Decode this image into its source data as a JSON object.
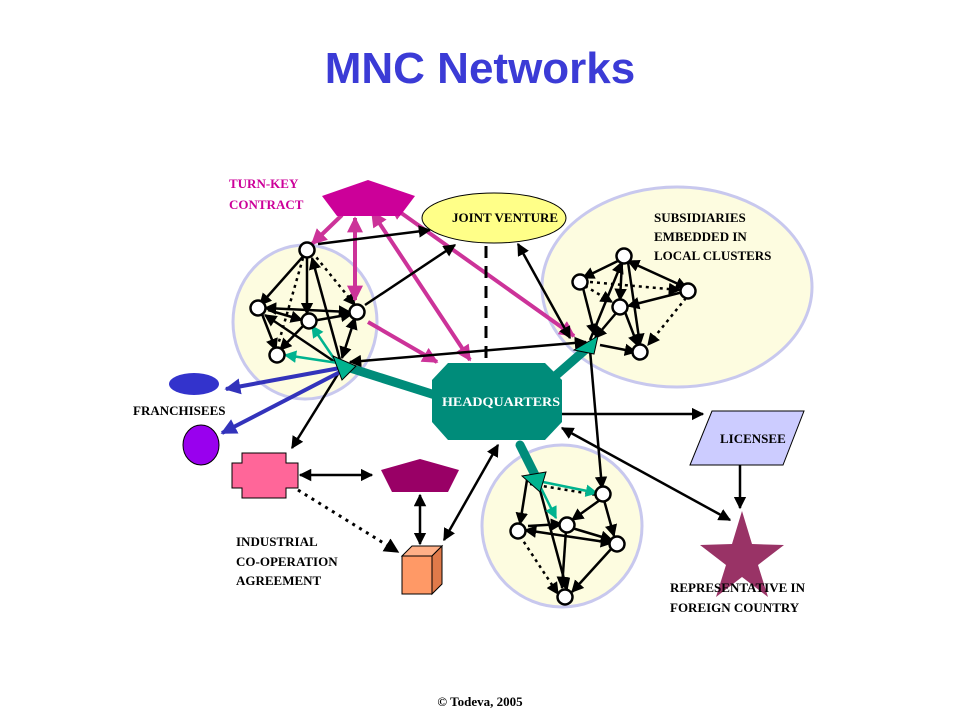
{
  "title": "MNC Networks",
  "labels": {
    "turnkey": [
      "TURN-KEY",
      "CONTRACT"
    ],
    "joint_venture": "JOINT VENTURE",
    "subsidiaries": [
      "SUBSIDIARIES",
      "EMBEDDED IN",
      "LOCAL CLUSTERS"
    ],
    "franchisees": "FRANCHISEES",
    "headquarters": "HEADQUARTERS",
    "licensee": "LICENSEE",
    "industrial": [
      "INDUSTRIAL",
      "CO-OPERATION",
      "AGREEMENT"
    ],
    "representative": [
      "REPRESENTATIVE IN",
      "FOREIGN COUNTRY"
    ]
  },
  "copyright": "© Todeva, 2005",
  "colors": {
    "title": "#3b3bd6",
    "turnkey": "#cc0099",
    "cluster_fill": "#fdfce0",
    "cluster_stroke": "#c8c8ee",
    "joint_venture": "#ffff88",
    "headquarters": "#008c7a",
    "licensee": "#ccccff",
    "franchisee_1": "#3333cc",
    "franchisee_2": "#9900ee",
    "industrial_cross": "#ff6699",
    "industrial_pentagon": "#990066",
    "industrial_box": "#ff9966",
    "representative_star": "#993366",
    "magenta_arrow": "#cc3399",
    "blue_arrow": "#3333bb",
    "teal_arrow": "#00b38f"
  }
}
